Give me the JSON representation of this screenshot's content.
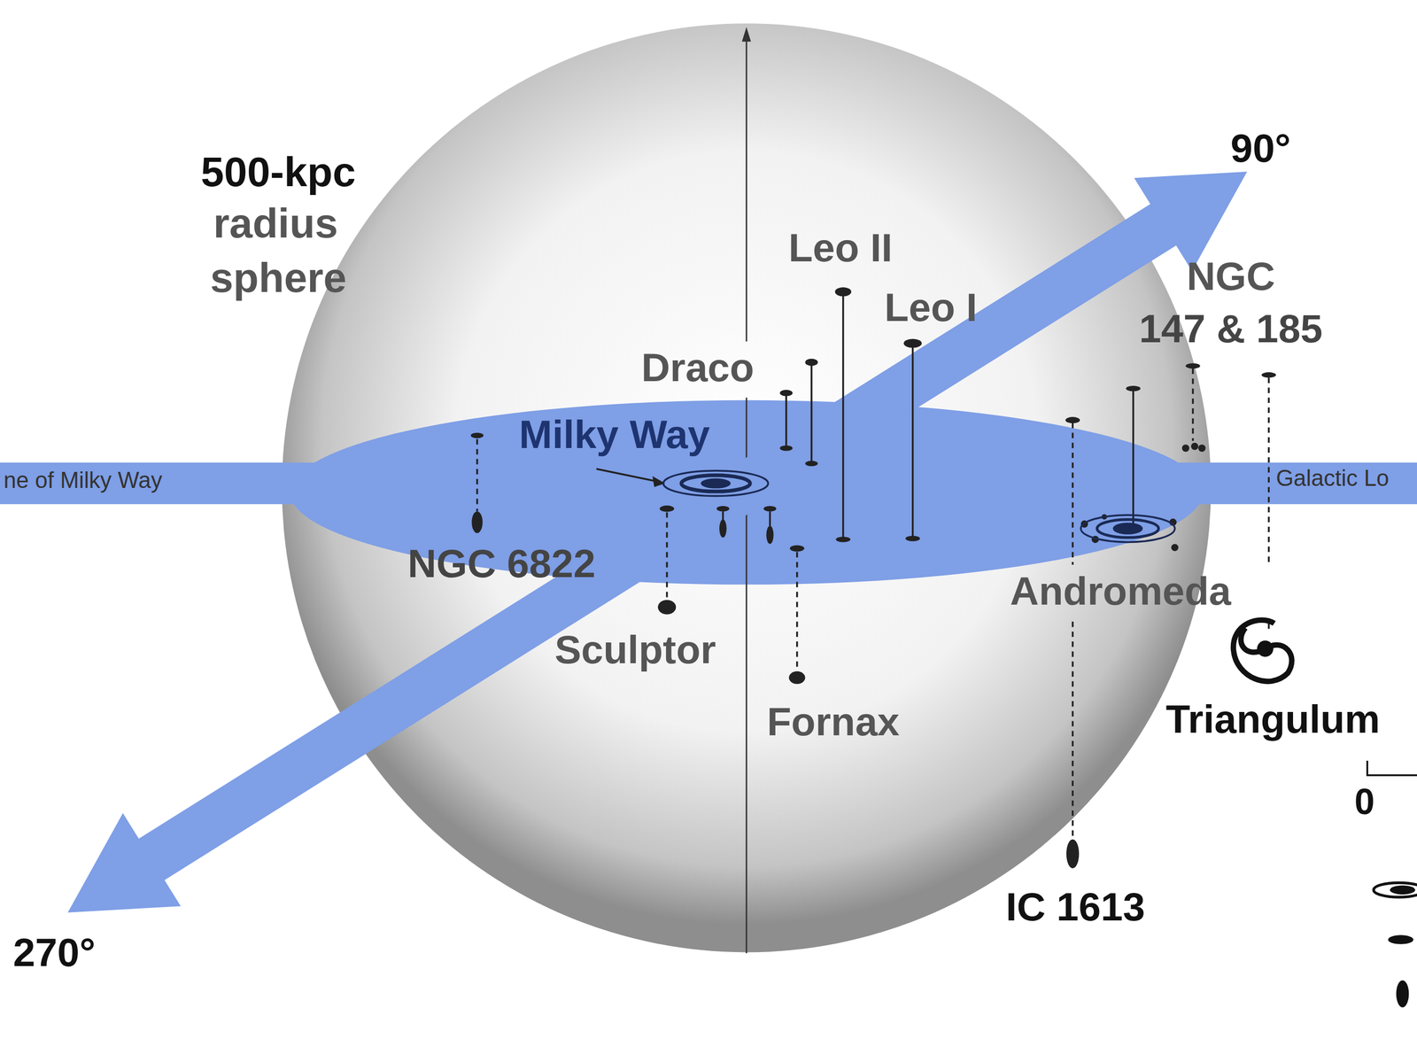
{
  "diagram": {
    "labels": [
      "500-kpc",
      "radius",
      "sphere",
      "90°",
      "Leo II",
      "NGC",
      "147 & 185",
      "Leo I",
      "Draco",
      "Milky Way",
      "ne of Milky Way",
      "Galactic Lo",
      "NGC 6822",
      "Andromeda",
      "Sculptor",
      "Triangulum",
      "Fornax",
      "0",
      "IC 1613",
      "270°"
    ]
  }
}
